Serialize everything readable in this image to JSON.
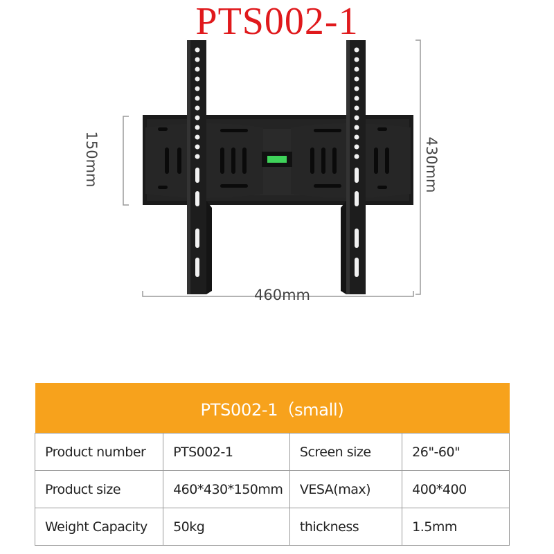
{
  "title": "PTS002-1",
  "dimensions": {
    "depth": "150mm",
    "height": "430mm",
    "width": "460mm"
  },
  "table": {
    "header": "PTS002-1（small)",
    "rows": [
      [
        "Product number",
        "PTS002-1",
        "Screen size",
        "26\"-60\""
      ],
      [
        "Product size",
        "460*430*150mm",
        "VESA(max)",
        "400*400"
      ],
      [
        "Weight Capacity",
        "50kg",
        "thickness",
        "1.5mm"
      ]
    ]
  },
  "colors": {
    "title": "#e0191c",
    "header_bg": "#f7a21c",
    "mount": "#1b1b1b",
    "level_window": "#3fd35a"
  }
}
